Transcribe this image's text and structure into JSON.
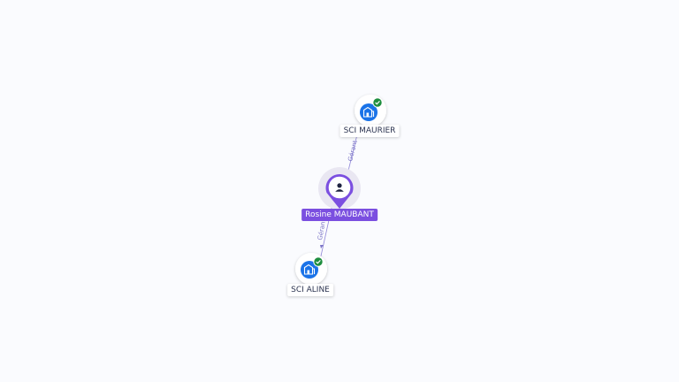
{
  "colors": {
    "background": "#fafbfe",
    "company_icon": "#1a73e8",
    "verified_badge": "#1e8e3e",
    "person_accent": "#7b4fe0",
    "link_line": "#8f86d8",
    "link_text": "#7b74c6"
  },
  "nodes": {
    "person": {
      "name": "Rosine MAUBANT",
      "icon": "person-icon"
    },
    "company_top": {
      "name": "SCI MAURIER",
      "icon": "building-icon",
      "badge": "check-icon"
    },
    "company_bottom": {
      "name": "SCI ALINE",
      "icon": "building-icon",
      "badge": "check-icon"
    }
  },
  "edges": {
    "to_top": {
      "label": "Gérant"
    },
    "to_bottom": {
      "label": "Gérant"
    }
  }
}
